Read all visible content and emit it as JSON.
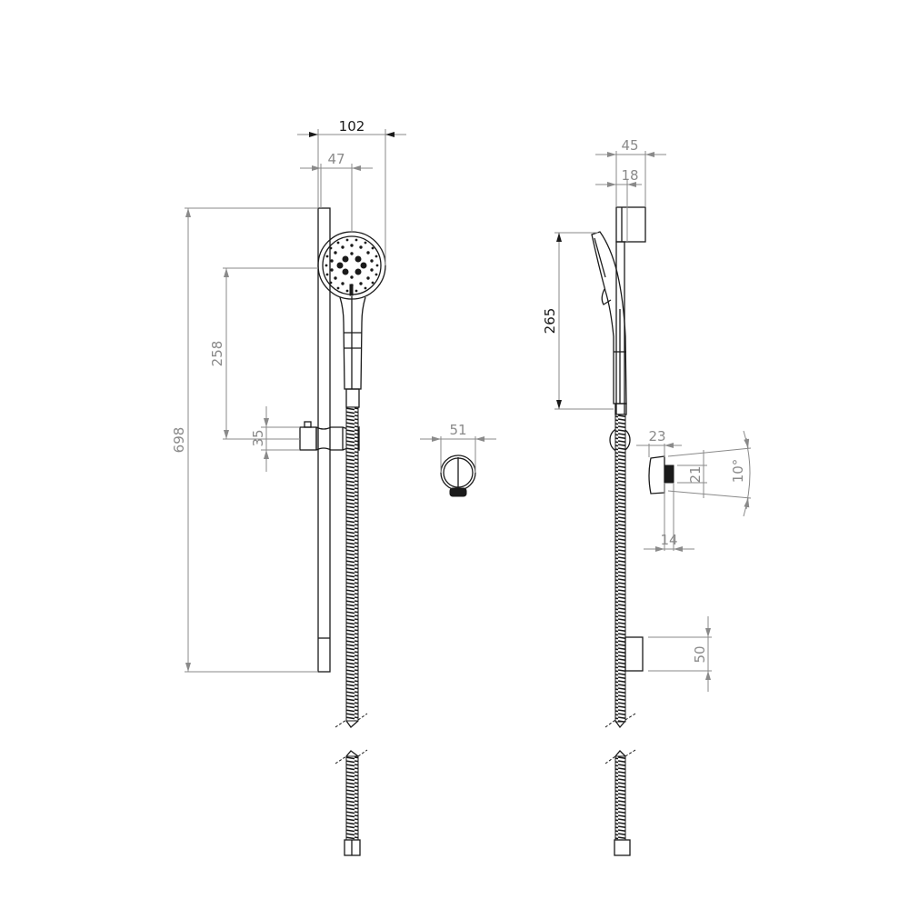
{
  "drawing": {
    "type": "technical-dimension-drawing",
    "subject": "shower rail kit with hand shower, hose and wall outlet",
    "line_color": "#1a1a1a",
    "dimension_color": "#8a8a8a",
    "front_view": {
      "dimensions": {
        "handshower_width": "102",
        "rail_to_center": "47",
        "total_height": "698",
        "head_to_slider": "258",
        "slider_height": "35"
      }
    },
    "wall_outlet_view": {
      "dimensions": {
        "outlet_diameter": "51"
      }
    },
    "side_view": {
      "dimensions": {
        "bracket_depth": "45",
        "rail_offset": "18",
        "handshower_length": "265",
        "outlet_depth": "23",
        "outlet_height": "21",
        "outlet_angle": "10°",
        "outlet_thread": "14",
        "lower_bracket_height": "50"
      }
    }
  }
}
